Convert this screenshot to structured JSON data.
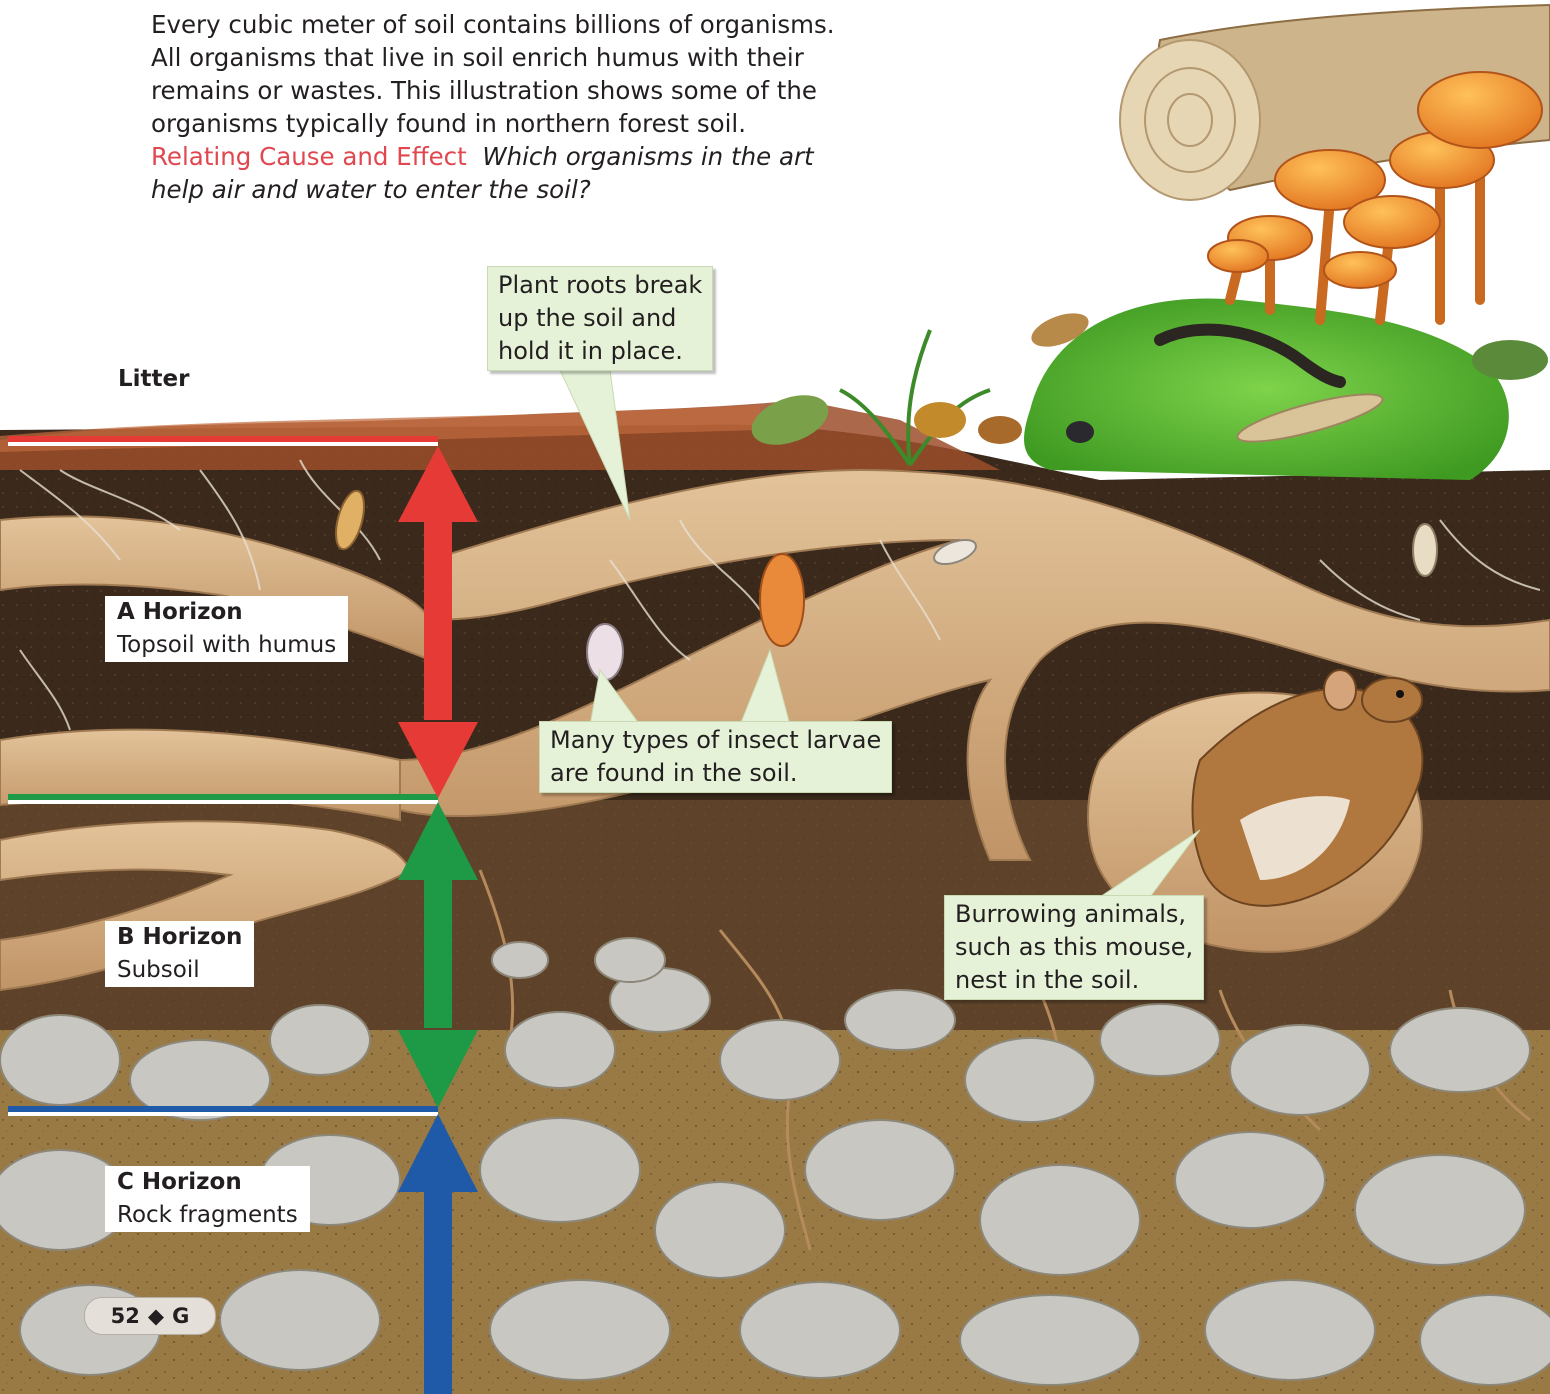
{
  "intro": {
    "line1": "Every cubic meter of soil contains billions of organisms.",
    "line2": "All organisms that live in soil enrich humus with their",
    "line3": "remains or wastes. This illustration shows some of the",
    "line4": "organisms typically found in northern forest soil.",
    "lead": "Relating Cause and Effect",
    "question1": "Which organisms in the art",
    "question2": "help air and water to enter the soil?"
  },
  "labels": {
    "litter": "Litter",
    "a_title": "A Horizon",
    "a_sub": "Topsoil with humus",
    "b_title": "B Horizon",
    "b_sub": "Subsoil",
    "c_title": "C Horizon",
    "c_sub": "Rock fragments"
  },
  "callouts": {
    "roots": [
      "Plant roots break",
      "up the soil and",
      "hold it in place."
    ],
    "larvae": [
      "Many types of insect larvae",
      "are found in the soil."
    ],
    "mouse": [
      "Burrowing animals,",
      "such as this mouse,",
      "nest in the soil."
    ]
  },
  "page": {
    "number": "52",
    "separator": "◆",
    "section": "G"
  },
  "colors": {
    "a_horizon": "#e53a35",
    "b_horizon": "#1e9a46",
    "c_horizon": "#1f5aa8",
    "topsoil": "#3b2a1c",
    "subsoil": "#5a3f24",
    "rock_layer": "#8a6a3a",
    "rock": "#c9c8c2",
    "root": "#d6b48a",
    "callout_bg": "#e6f2d8",
    "lead_text": "#e0474f"
  }
}
